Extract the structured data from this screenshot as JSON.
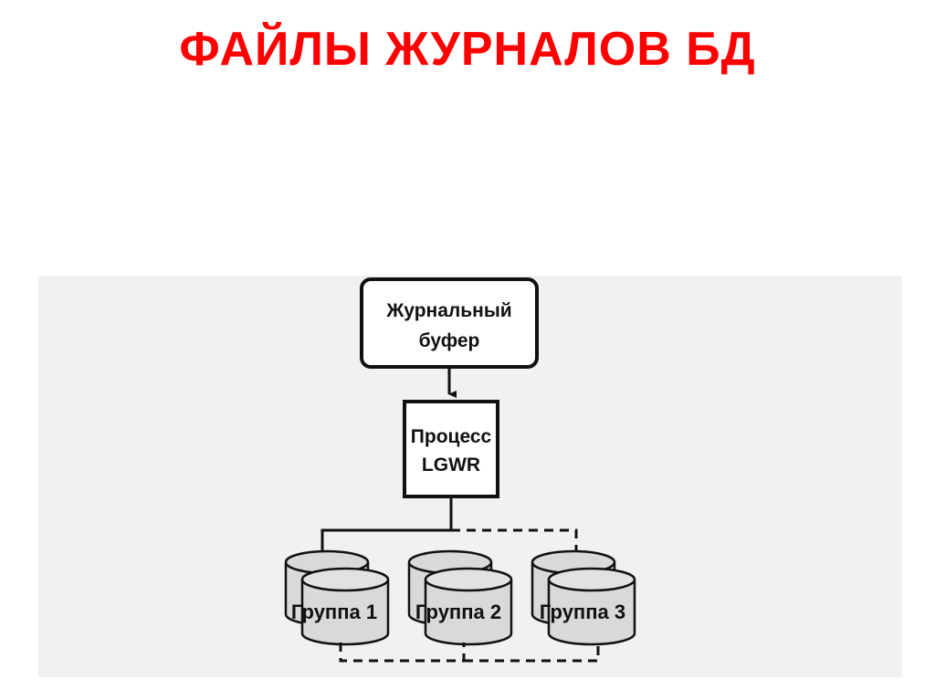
{
  "title": "ФАЙЛЫ ЖУРНАЛОВ БД",
  "colors": {
    "title": "#ff0000",
    "panel": "#f1f1f1",
    "stroke": "#111111",
    "disk": "#d9d9d9"
  },
  "diagram": {
    "log_buffer": {
      "line1": "Журнальный",
      "line2": "буфер"
    },
    "lgwr": {
      "line1": "Процесс",
      "line2": "LGWR"
    },
    "groups": [
      {
        "label": "Группа 1"
      },
      {
        "label": "Группа 2"
      },
      {
        "label": "Группа 3"
      }
    ]
  }
}
